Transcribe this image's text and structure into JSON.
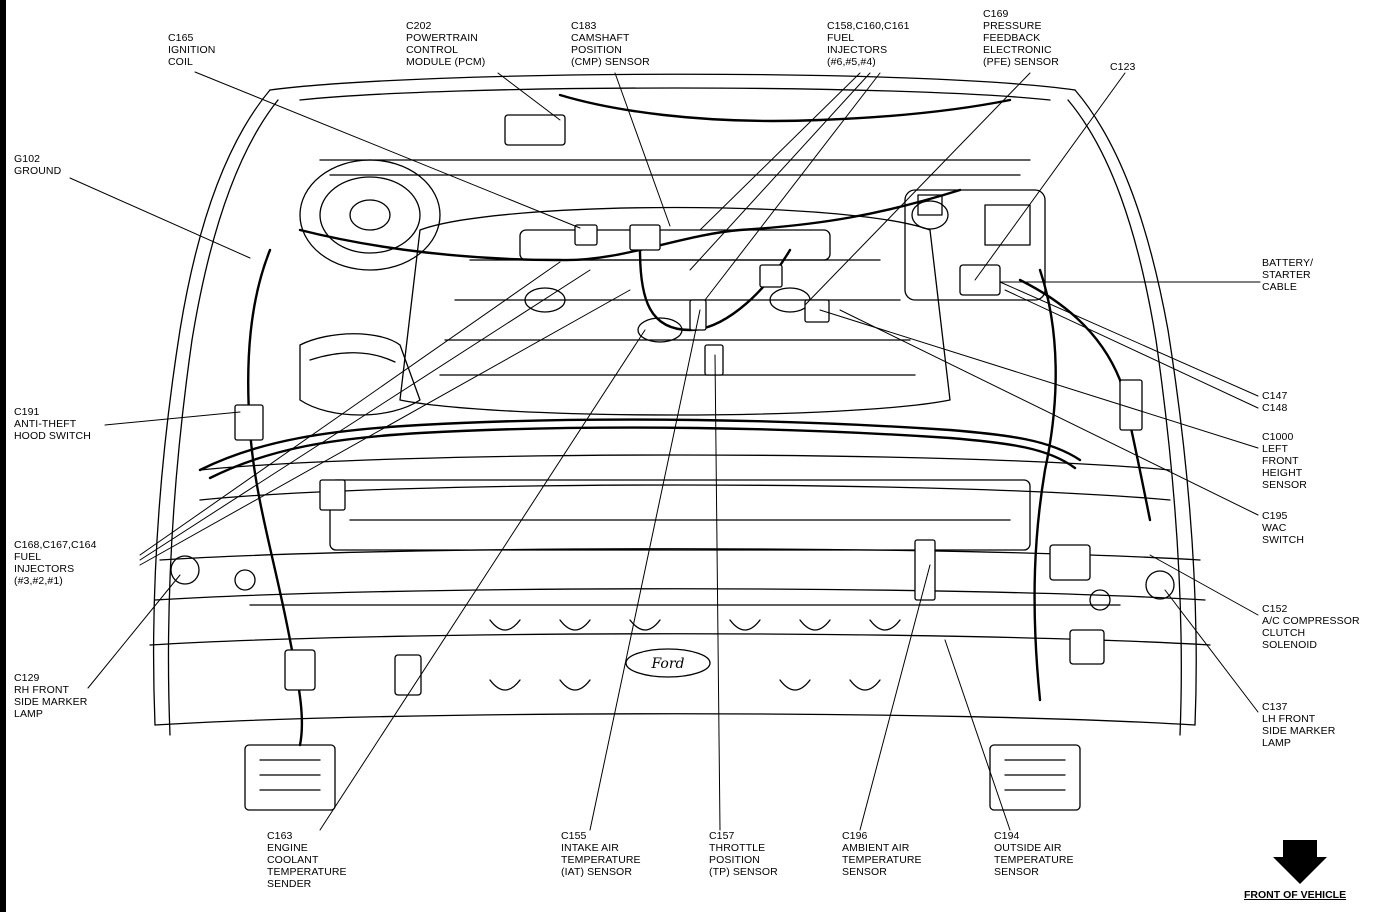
{
  "callouts": [
    {
      "id": "c165",
      "lines": [
        "C165",
        "IGNITION",
        "COIL"
      ]
    },
    {
      "id": "c202",
      "lines": [
        "C202",
        "POWERTRAIN",
        "CONTROL",
        "MODULE (PCM)"
      ]
    },
    {
      "id": "c183",
      "lines": [
        "C183",
        "CAMSHAFT",
        "POSITION",
        "(CMP) SENSOR"
      ]
    },
    {
      "id": "c158",
      "lines": [
        "C158,C160,C161",
        "FUEL",
        "INJECTORS",
        "(#6,#5,#4)"
      ]
    },
    {
      "id": "c169",
      "lines": [
        "C169",
        "PRESSURE",
        "FEEDBACK",
        "ELECTRONIC",
        "(PFE) SENSOR"
      ]
    },
    {
      "id": "c123",
      "lines": [
        "C123"
      ]
    },
    {
      "id": "g102",
      "lines": [
        "G102",
        "GROUND"
      ]
    },
    {
      "id": "battery",
      "lines": [
        "BATTERY/",
        "STARTER",
        "CABLE"
      ]
    },
    {
      "id": "c191",
      "lines": [
        "C191",
        "ANTI-THEFT",
        "HOOD SWITCH"
      ]
    },
    {
      "id": "c147",
      "lines": [
        "C147",
        "C148"
      ]
    },
    {
      "id": "c1000",
      "lines": [
        "C1000",
        "LEFT",
        "FRONT",
        "HEIGHT",
        "SENSOR"
      ]
    },
    {
      "id": "c195",
      "lines": [
        "C195",
        "WAC",
        "SWITCH"
      ]
    },
    {
      "id": "c168",
      "lines": [
        "C168,C167,C164",
        "FUEL",
        "INJECTORS",
        "(#3,#2,#1)"
      ]
    },
    {
      "id": "c152",
      "lines": [
        "C152",
        "A/C COMPRESSOR",
        "CLUTCH",
        "SOLENOID"
      ]
    },
    {
      "id": "c129",
      "lines": [
        "C129",
        "RH FRONT",
        "SIDE MARKER",
        "LAMP"
      ]
    },
    {
      "id": "c137",
      "lines": [
        "C137",
        "LH FRONT",
        "SIDE MARKER",
        "LAMP"
      ]
    },
    {
      "id": "c163",
      "lines": [
        "C163",
        "ENGINE",
        "COOLANT",
        "TEMPERATURE",
        "SENDER"
      ]
    },
    {
      "id": "c155",
      "lines": [
        "C155",
        "INTAKE AIR",
        "TEMPERATURE",
        "(IAT) SENSOR"
      ]
    },
    {
      "id": "c157",
      "lines": [
        "C157",
        "THROTTLE",
        "POSITION",
        "(TP) SENSOR"
      ]
    },
    {
      "id": "c196",
      "lines": [
        "C196",
        "AMBIENT AIR",
        "TEMPERATURE",
        "SENSOR"
      ]
    },
    {
      "id": "c194",
      "lines": [
        "C194",
        "OUTSIDE AIR",
        "TEMPERATURE",
        "SENSOR"
      ]
    }
  ],
  "front_of_vehicle": "FRONT OF VEHICLE",
  "grille_badge": "Ford",
  "colors": {
    "ink": "#000000",
    "paper": "#ffffff"
  }
}
